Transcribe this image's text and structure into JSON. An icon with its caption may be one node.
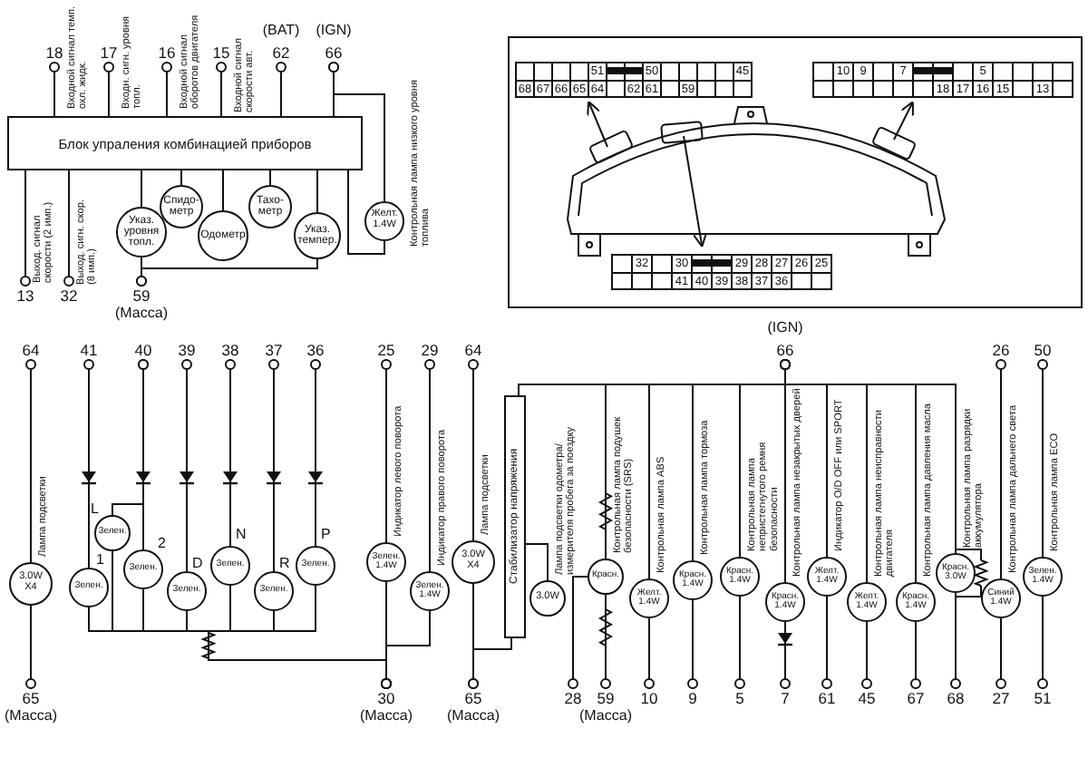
{
  "diagram": {
    "nodes": [
      {
        "text": [
          "18"
        ],
        "beside": [
          "Входной сигнал темп. охл. жидк."
        ]
      },
      {
        "text": [
          "17"
        ],
        "beside": [
          "Входн. сигн. уровня топл."
        ]
      },
      {
        "text": [
          "16"
        ],
        "beside": [
          "Входной сигнал оборотов двигателя"
        ]
      },
      {
        "text": [
          "15"
        ],
        "beside": [
          "Входной сигнал скорости авт."
        ]
      },
      {
        "text": [
          "62"
        ],
        "beside": [
          "(BAT)"
        ]
      },
      {
        "text": [
          "66"
        ],
        "beside": [
          "(IGN)"
        ]
      },
      {
        "text": [
          "Блок упраления комбинацией приборов"
        ]
      },
      {
        "text": [
          "Желт. 1.4W"
        ],
        "beside": [
          "Контрольная лампа низкого уровня топлива"
        ]
      },
      {
        "text": [
          "Указ. уровня топл."
        ]
      },
      {
        "text": [
          "Спидо-метр"
        ]
      },
      {
        "text": [
          "Одометр"
        ]
      },
      {
        "text": [
          "Тахо-метр"
        ]
      },
      {
        "text": [
          "Указ. темпер."
        ]
      },
      {
        "text": [
          "13"
        ],
        "beside": [
          "Выход. сигнал скорости (2 имп.)"
        ]
      },
      {
        "text": [
          "32"
        ],
        "beside": [
          "Выход. сигн. скор. (8 имп.)"
        ]
      },
      {
        "text": [
          "59"
        ],
        "beside": [
          "(Масса)"
        ]
      },
      {
        "text": [
          "64"
        ]
      },
      {
        "text": [
          "41"
        ]
      },
      {
        "text": [
          "40"
        ]
      },
      {
        "text": [
          "39"
        ]
      },
      {
        "text": [
          "38"
        ]
      },
      {
        "text": [
          "37"
        ]
      },
      {
        "text": [
          "36"
        ]
      },
      {
        "text": [
          "25"
        ]
      },
      {
        "text": [
          "29"
        ]
      },
      {
        "text": [
          "64"
        ]
      },
      {
        "text": [
          "66"
        ],
        "beside": [
          "(IGN)"
        ]
      },
      {
        "text": [
          "26"
        ]
      },
      {
        "text": [
          "50"
        ]
      },
      {
        "text": [
          "3.0W X4"
        ],
        "beside": [
          "Лампа подсветки"
        ]
      },
      {
        "text": [
          "Зелен."
        ],
        "beside": [
          "L"
        ]
      },
      {
        "text": [
          "Зелен."
        ],
        "beside": [
          "1"
        ]
      },
      {
        "text": [
          "Зелен."
        ],
        "beside": [
          "2"
        ]
      },
      {
        "text": [
          "Зелен."
        ],
        "beside": [
          "D"
        ]
      },
      {
        "text": [
          "Зелен."
        ],
        "beside": [
          "N"
        ]
      },
      {
        "text": [
          "Зелен."
        ],
        "beside": [
          "R"
        ]
      },
      {
        "text": [
          "Зелен."
        ],
        "beside": [
          "P"
        ]
      },
      {
        "text": [
          "Зелен. 1.4W"
        ],
        "beside": [
          "Индикатор левого поворота"
        ]
      },
      {
        "text": [
          "Зелен. 1.4W"
        ],
        "beside": [
          "Индикатор правого поворота"
        ]
      },
      {
        "text": [
          "3.0W X4"
        ],
        "beside": [
          "Лампа подсветки"
        ]
      },
      {
        "text": [
          "Стабилизатор напряжения"
        ]
      },
      {
        "text": [
          "3.0W"
        ],
        "beside": [
          "Лампа подсветки одометра/ измерителя пробега за поездку"
        ]
      },
      {
        "text": [
          "Красн."
        ],
        "beside": [
          "Контрольная лампа подушек безопасности (SRS)"
        ]
      },
      {
        "text": [
          "Желт. 1.4W"
        ],
        "beside": [
          "Контрольная лампа ABS"
        ]
      },
      {
        "text": [
          "Красн. 1.4W"
        ],
        "beside": [
          "Контрольная лампа тормоза"
        ]
      },
      {
        "text": [
          "Красн. 1.4W"
        ],
        "beside": [
          "Контрольная лампа непристегнутого ремня безопасности"
        ]
      },
      {
        "text": [
          "Красн. 1.4W"
        ],
        "beside": [
          "Контрольная лампа незакрытых дверей"
        ]
      },
      {
        "text": [
          "Желт. 1.4W"
        ],
        "beside": [
          "Индикатор O/D OFF или SPORT"
        ]
      },
      {
        "text": [
          "Желт. 1.4W"
        ],
        "beside": [
          "Контрольная лампа неисправности двигателя"
        ]
      },
      {
        "text": [
          "Красн. 1.4W"
        ],
        "beside": [
          "Контрольная лампа давления масла"
        ]
      },
      {
        "text": [
          "Красн. 3.0W"
        ],
        "beside": [
          "Контрольная лампа разрядки аккумулятора"
        ]
      },
      {
        "text": [
          "Синий 1.4W"
        ],
        "beside": [
          "Контрольная лампа дальнего света"
        ]
      },
      {
        "text": [
          "Зелен. 1.4W"
        ],
        "beside": [
          "Контрольная лампа ECO"
        ]
      },
      {
        "text": [
          "65"
        ],
        "beside": [
          "(Масса)"
        ]
      },
      {
        "text": [
          "30"
        ],
        "beside": [
          "(Масса)"
        ]
      },
      {
        "text": [
          "65"
        ],
        "beside": [
          "(Масса)"
        ]
      },
      {
        "text": [
          "28"
        ]
      },
      {
        "text": [
          "59"
        ],
        "beside": [
          "(Масса)"
        ]
      },
      {
        "text": [
          "10"
        ]
      },
      {
        "text": [
          "9"
        ]
      },
      {
        "text": [
          "5"
        ]
      },
      {
        "text": [
          "7"
        ]
      },
      {
        "text": [
          "61"
        ]
      },
      {
        "text": [
          "45"
        ]
      },
      {
        "text": [
          "67"
        ]
      },
      {
        "text": [
          "68"
        ]
      },
      {
        "text": [
          "27"
        ]
      },
      {
        "text": [
          "51"
        ]
      }
    ],
    "edges": [
      {
        "from": 0,
        "to": 6,
        "arrow": "other"
      },
      {
        "from": 1,
        "to": 6,
        "arrow": "other"
      },
      {
        "from": 2,
        "to": 6,
        "arrow": "other"
      },
      {
        "from": 3,
        "to": 6,
        "arrow": "other"
      },
      {
        "from": 4,
        "to": 6,
        "arrow": "other"
      },
      {
        "from": 5,
        "to": 6,
        "arrow": "other"
      },
      {
        "from": 5,
        "to": 7,
        "arrow": "other"
      },
      {
        "from": 7,
        "to": 6,
        "arrow": "none"
      },
      {
        "from": 6,
        "to": 13,
        "arrow": "other"
      },
      {
        "from": 6,
        "to": 14,
        "arrow": "other"
      },
      {
        "from": 6,
        "to": 8,
        "arrow": "none"
      },
      {
        "from": 6,
        "to": 9,
        "arrow": "none"
      },
      {
        "from": 6,
        "to": 10,
        "arrow": "none"
      },
      {
        "from": 6,
        "to": 11,
        "arrow": "none"
      },
      {
        "from": 6,
        "to": 12,
        "arrow": "none"
      },
      {
        "from": 8,
        "to": 15,
        "arrow": "other"
      },
      {
        "from": 12,
        "to": 15,
        "arrow": "other"
      },
      {
        "from": 16,
        "to": 29,
        "arrow": "other"
      },
      {
        "from": 29,
        "to": 53,
        "arrow": "other"
      },
      {
        "from": 17,
        "to": 31,
        "arrow": "other"
      },
      {
        "from": 18,
        "to": 30,
        "arrow": "other"
      },
      {
        "from": 18,
        "to": 32,
        "arrow": "other"
      },
      {
        "from": 19,
        "to": 33,
        "arrow": "other"
      },
      {
        "from": 20,
        "to": 34,
        "arrow": "other"
      },
      {
        "from": 21,
        "to": 35,
        "arrow": "other"
      },
      {
        "from": 22,
        "to": 36,
        "arrow": "other"
      },
      {
        "from": 30,
        "to": 54,
        "arrow": "other"
      },
      {
        "from": 31,
        "to": 54,
        "arrow": "other"
      },
      {
        "from": 32,
        "to": 54,
        "arrow": "other"
      },
      {
        "from": 33,
        "to": 54,
        "arrow": "other"
      },
      {
        "from": 34,
        "to": 54,
        "arrow": "other"
      },
      {
        "from": 35,
        "to": 54,
        "arrow": "other"
      },
      {
        "from": 36,
        "to": 54,
        "arrow": "other"
      },
      {
        "from": 23,
        "to": 37,
        "arrow": "other"
      },
      {
        "from": 37,
        "to": 54,
        "arrow": "other"
      },
      {
        "from": 24,
        "to": 38,
        "arrow": "other"
      },
      {
        "from": 38,
        "to": 54,
        "arrow": "other"
      },
      {
        "from": 25,
        "to": 39,
        "arrow": "other"
      },
      {
        "from": 39,
        "to": 55,
        "arrow": "other"
      },
      {
        "from": 26,
        "to": 40,
        "arrow": "other"
      },
      {
        "from": 40,
        "to": 41,
        "arrow": "none"
      },
      {
        "from": 40,
        "to": 55,
        "arrow": "other"
      },
      {
        "from": 26,
        "to": 42,
        "arrow": "other"
      },
      {
        "from": 56,
        "to": 42,
        "arrow": "other"
      },
      {
        "from": 42,
        "to": 57,
        "arrow": "other"
      },
      {
        "from": 26,
        "to": 43,
        "arrow": "other"
      },
      {
        "from": 43,
        "to": 58,
        "arrow": "other"
      },
      {
        "from": 26,
        "to": 44,
        "arrow": "other"
      },
      {
        "from": 44,
        "to": 59,
        "arrow": "other"
      },
      {
        "from": 26,
        "to": 45,
        "arrow": "other"
      },
      {
        "from": 45,
        "to": 60,
        "arrow": "other"
      },
      {
        "from": 26,
        "to": 46,
        "arrow": "other"
      },
      {
        "from": 46,
        "to": 61,
        "arrow": "other"
      },
      {
        "from": 26,
        "to": 47,
        "arrow": "other"
      },
      {
        "from": 47,
        "to": 62,
        "arrow": "other"
      },
      {
        "from": 26,
        "to": 48,
        "arrow": "other"
      },
      {
        "from": 48,
        "to": 63,
        "arrow": "other"
      },
      {
        "from": 26,
        "to": 49,
        "arrow": "other"
      },
      {
        "from": 49,
        "to": 64,
        "arrow": "other"
      },
      {
        "from": 26,
        "to": 50,
        "arrow": "other"
      },
      {
        "from": 50,
        "to": 65,
        "arrow": "other"
      },
      {
        "from": 27,
        "to": 51,
        "arrow": "other"
      },
      {
        "from": 51,
        "to": 66,
        "arrow": "other"
      },
      {
        "from": 28,
        "to": 52,
        "arrow": "other"
      },
      {
        "from": 52,
        "to": 67,
        "arrow": "other"
      }
    ],
    "labels": [
      "51",
      "50",
      "45",
      "68",
      "67",
      "66",
      "65",
      "64",
      "62",
      "61",
      "59",
      "10",
      "9",
      "7",
      "5",
      "18",
      "17",
      "16",
      "15",
      "13",
      "32",
      "30",
      "29",
      "28",
      "27",
      "26",
      "25",
      "41",
      "40",
      "39",
      "38",
      "37",
      "36"
    ]
  }
}
